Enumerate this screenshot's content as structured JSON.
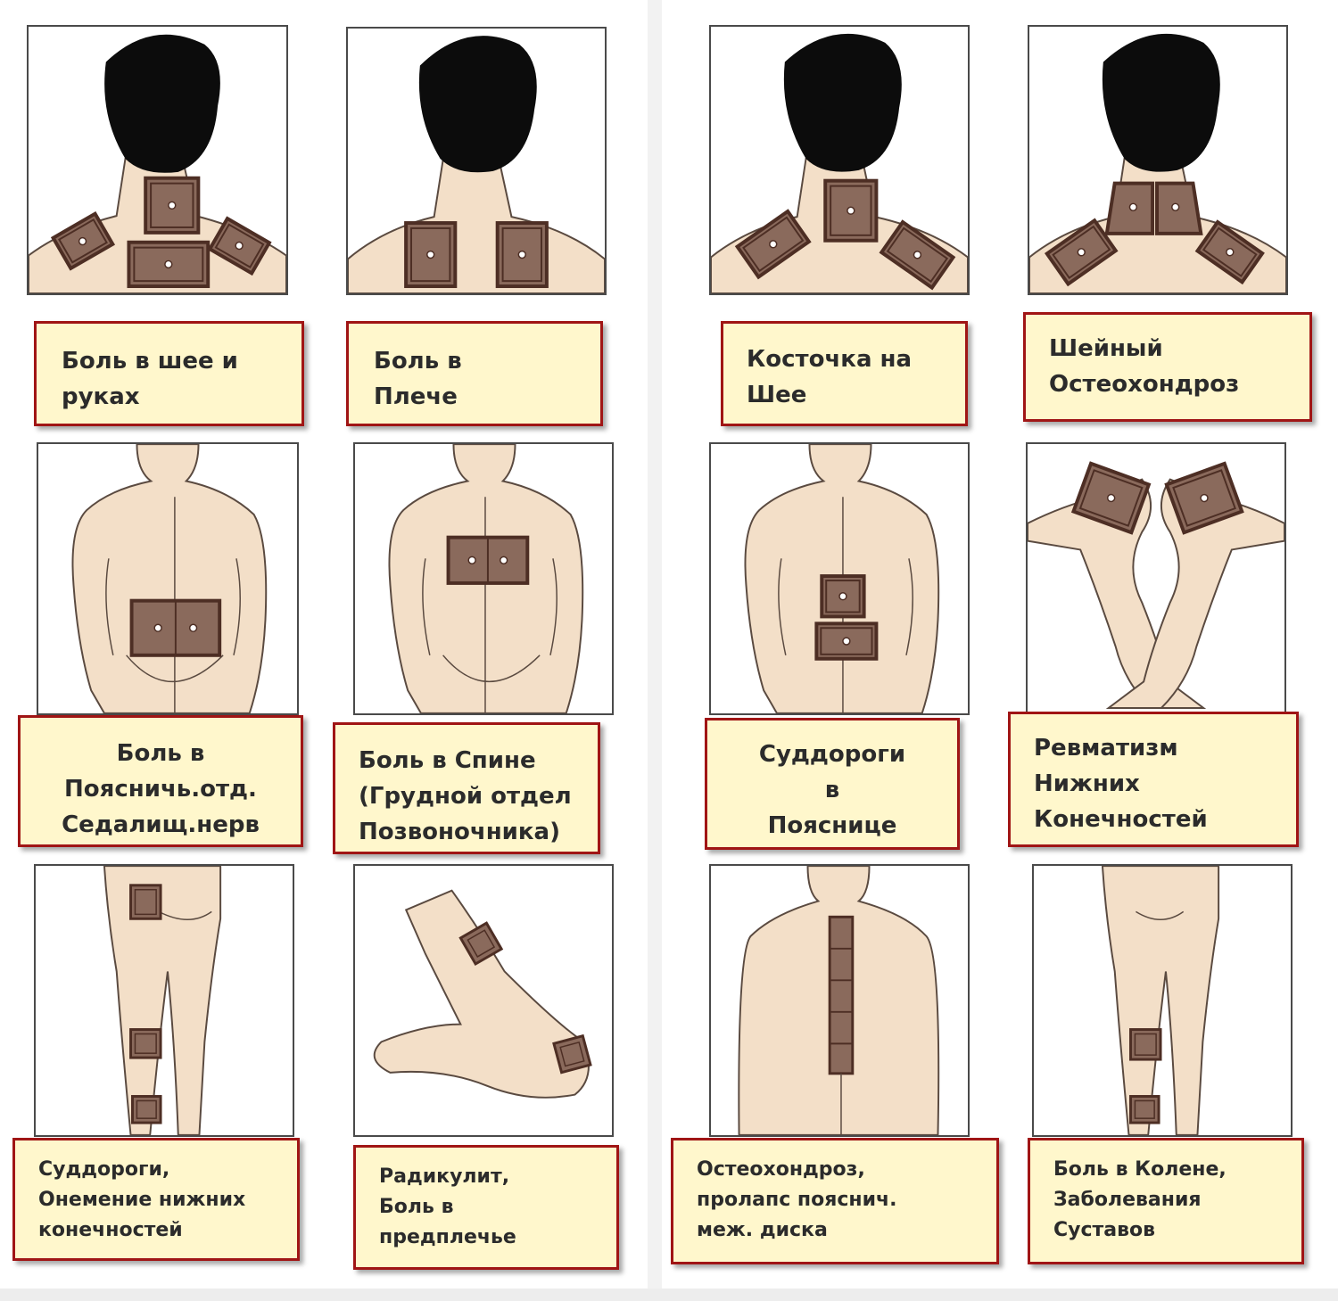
{
  "colors": {
    "skin": "#f3dfc8",
    "skin_outline": "#5a4a40",
    "hair": "#0c0c0c",
    "patch_fill": "#8a6a5c",
    "patch_border": "#4d2e24",
    "label_bg": "#fff7cc",
    "label_border": "#a01515"
  },
  "cards": [
    {
      "label": "Боль в шее и\nруках"
    },
    {
      "label": "Боль в\nПлече"
    },
    {
      "label": "Косточка на\nШее"
    },
    {
      "label": "Шейный\nОстеохондроз"
    },
    {
      "label": "Боль в\nПоясничь.отд.\nСедалищ.нерв"
    },
    {
      "label": "Боль в Спине\n(Грудной отдел\nПозвоночника)"
    },
    {
      "label": "Суддороги\nв\nПояснице"
    },
    {
      "label": "Ревматизм\nНижних\nКонечностей"
    },
    {
      "label": "Суддороги,\nОнемение нижних\nконечностей"
    },
    {
      "label": "Радикулит,\nБоль в\nпредплечье"
    },
    {
      "label": "Остеохондроз,\nпролапс пояснич.\nмеж. диска"
    },
    {
      "label": "Боль в Колене,\nЗаболевания\nСуставов"
    }
  ]
}
